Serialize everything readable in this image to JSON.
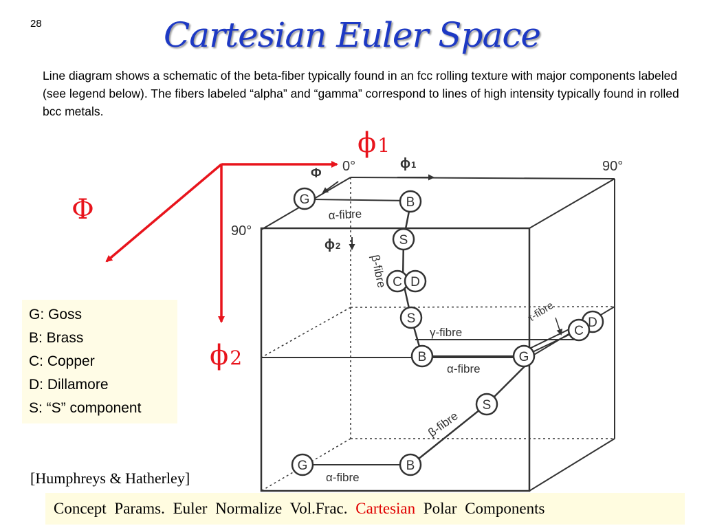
{
  "slide": {
    "number": "28",
    "title": "Cartesian Euler Space",
    "description": "Line diagram shows a schematic of the beta-fiber typically found in an fcc rolling texture with major components labeled (see legend below).  The fibers labeled “alpha” and “gamma” correspond to lines of high intensity typically found in rolled bcc metals."
  },
  "axes": {
    "phi1": "ϕ",
    "phi1_sub": "1",
    "Phi": "Φ",
    "phi2": "ϕ",
    "phi2_sub": "2"
  },
  "figure": {
    "tick_0": "0°",
    "tick_90_top": "90°",
    "tick_90_left": "90°",
    "phi1_glyph": "ϕ",
    "phi1_sub": "1",
    "Phi_glyph": "Φ",
    "phi2_glyph": "ϕ",
    "phi2_sub": "2",
    "alpha_fibre": "α-fibre",
    "beta_fibre": "β-fibre",
    "gamma_fibre": "γ-fibre",
    "tau_fibre": "τ-fibre",
    "components": {
      "G": "G",
      "B": "B",
      "S": "S",
      "C": "C",
      "D": "D"
    }
  },
  "legend": {
    "items": [
      "G: Goss",
      "B: Brass",
      "C: Copper",
      "D: Dillamore",
      "S: “S” component"
    ]
  },
  "citation": "[Humphreys & Hatherley]",
  "nav": {
    "items": [
      {
        "label": "Concept",
        "active": false
      },
      {
        "label": "Params.",
        "active": false
      },
      {
        "label": "Euler",
        "active": false
      },
      {
        "label": "Normalize",
        "active": false
      },
      {
        "label": "Vol.Frac.",
        "active": false
      },
      {
        "label": "Cartesian",
        "active": true
      },
      {
        "label": "Polar",
        "active": false
      },
      {
        "label": "Components",
        "active": false
      }
    ]
  },
  "colors": {
    "title": "#1d39c4",
    "axis_red": "#e8141c",
    "legend_bg": "#fffce6",
    "nav_active": "#e00000"
  }
}
